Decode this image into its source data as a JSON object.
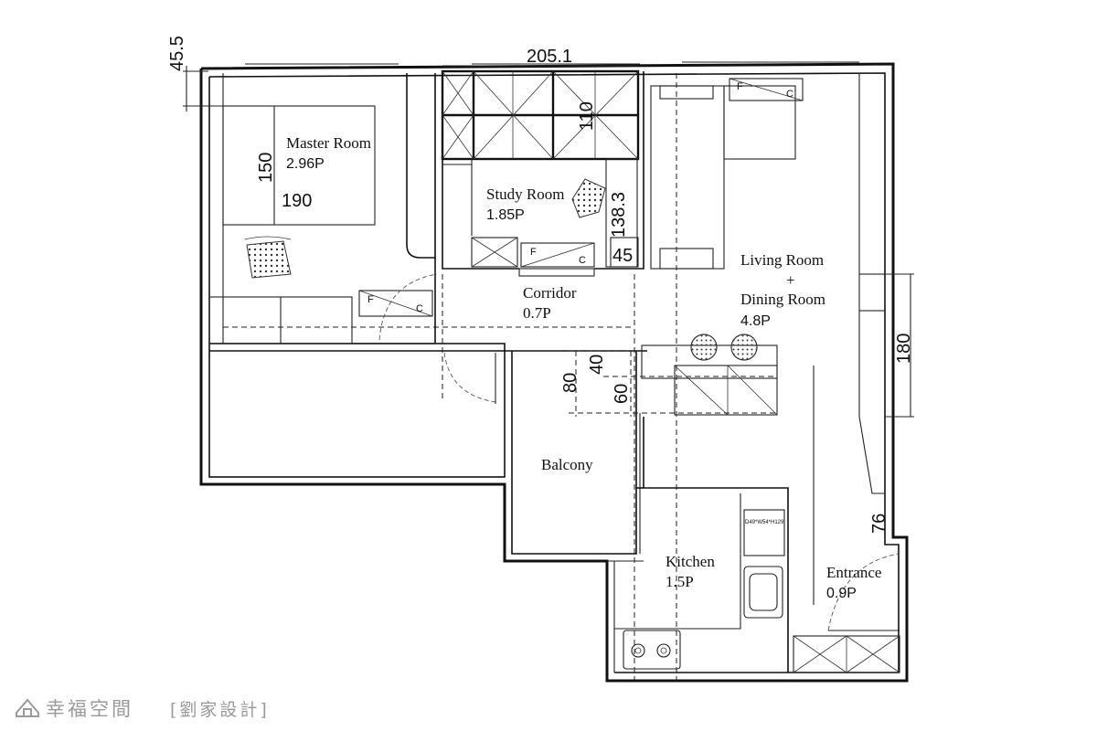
{
  "rooms": {
    "master_name": "Master Room",
    "master_area": "2.96P",
    "study_name": "Study Room",
    "study_area": "1.85P",
    "corridor_name": "Corridor",
    "corridor_area": "0.7P",
    "living_name": "Living Room",
    "living_plus": "+",
    "dining_name": "Dining Room",
    "living_area": "4.8P",
    "balcony_name": "Balcony",
    "kitchen_name": "Kitchen",
    "kitchen_area": "1.5P",
    "entrance_name": "Entrance",
    "entrance_area": "0.9P"
  },
  "dimensions": {
    "d_45_5": "45.5",
    "d_205_1": "205.1",
    "d_110": "110",
    "d_150": "150",
    "d_190": "190",
    "d_138_3": "138.3",
    "d_45": "45",
    "d_40": "40",
    "d_80": "80",
    "d_60": "60",
    "d_180": "180",
    "d_76": "76"
  },
  "fixtures": {
    "fridge_code": "D49*W54*H129",
    "f_mark": "F",
    "c_mark": "C"
  },
  "watermark": {
    "brand": "幸福空間",
    "designer": "[劉家設計]"
  }
}
